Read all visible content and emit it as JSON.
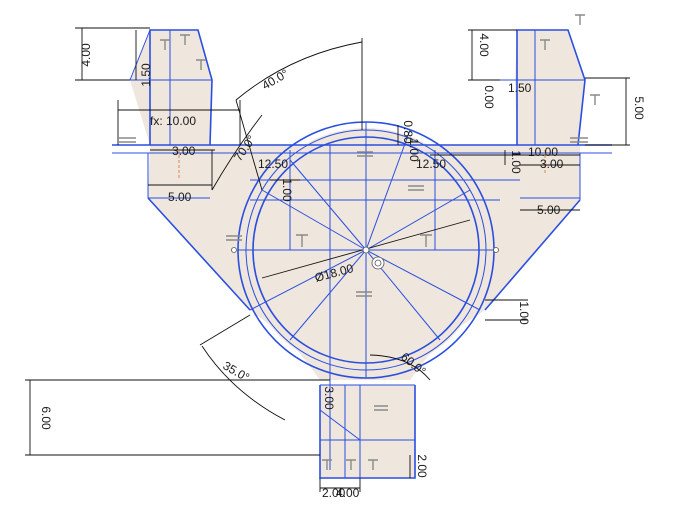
{
  "colors": {
    "background": "#ffffff",
    "geometry": "#2a4fe0",
    "profile_fill": "#efe6dd",
    "dimension": "#111111",
    "constraint_glyph": "#8a8a8a"
  },
  "dimensions": {
    "top_left_height": "4.00",
    "top_left_height_inner": "1.50",
    "top_left_width_fx": "fx: 10.00",
    "top_left_offset": "3.00",
    "top_left_bottom_width": "5.00",
    "top_right_height": "4.00",
    "top_right_inner": "1.50",
    "top_right_offset": "0.00",
    "top_right_side": "5.00",
    "top_right_width": "10.00",
    "top_right_offset2": "3.00",
    "top_right_bottom_width": "5.00",
    "right_small": "1.00",
    "center_small_a": "1.00",
    "center_small_b": "0.80",
    "center_small_c": "1.00",
    "center_radius_left": "12.50",
    "center_radius_right": "12.50",
    "angle_top": "40.0°",
    "angle_left_upper": "70.0°",
    "diameter": "Ø18.00",
    "right_gap": "1.00",
    "angle_lower_left": "35.0°",
    "angle_lower_right": "60.0°",
    "bottom_height": "6.00",
    "bottom_inner_height": "3.00",
    "bottom_small": "2.00",
    "bottom_width_a": "2.00",
    "bottom_width_b": "4.00"
  }
}
